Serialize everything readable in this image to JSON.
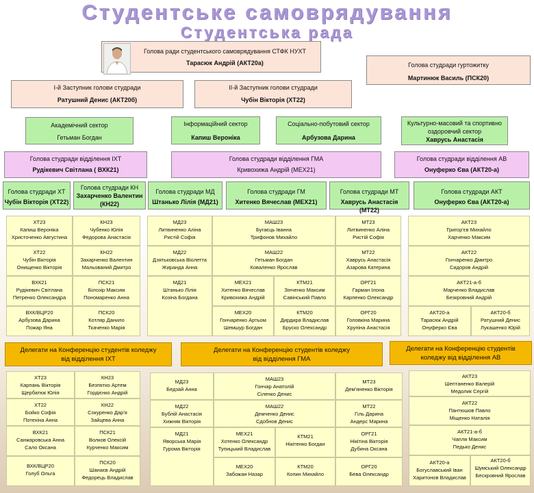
{
  "title": "Студентське самоврядування",
  "subtitle": "Студентська рада",
  "head": {
    "role": "Голова ради студентського самоврядування  СТФК  НУХТ",
    "name": "Тарасюк Андрій (АКТ20а)"
  },
  "dorm": {
    "role": "Голова студради гуртожитку",
    "name": "Мартинюк Василь (ПСК20)"
  },
  "dep1": {
    "role": "І-й Заступник голови студради",
    "name": "Ратушний Денис (АКТ20б)"
  },
  "dep2": {
    "role": "ІІ-й Заступник голови студради",
    "name": "Чубін Вікторія (ХТ22)"
  },
  "sectors": [
    {
      "role": "Академічний сектор",
      "name": "Гетьман  Богдан"
    },
    {
      "role": "Інформаційний сектор",
      "name": "Капиш Вероніка"
    },
    {
      "role": "Соціально-побутовий  сектор",
      "name": "Арбузова Дарина"
    },
    {
      "role": "Культурно-масовий та спортивно оздоровчий сектор",
      "name": "Хаврусь Анастасія"
    }
  ],
  "depts": [
    {
      "role": "Голова студради відділення ІХТ",
      "name": "Рудікевич Світлана ( ВХК21)"
    },
    {
      "role": "Голова студради відділення ГМА",
      "name": "Кривохижа Андрій (МЕХ21)"
    },
    {
      "role": "Голова студради відділення АВ",
      "name": "Онуферко Єва (АКТ20-а)"
    }
  ],
  "spec": [
    {
      "role": "Голова студради ХТ",
      "name": "Чубін Вікторія (ХТ22)"
    },
    {
      "role": "Голова студради  КН",
      "name": "Захарченко Валентин (КН22)"
    },
    {
      "role": "Голова студради МД",
      "name": "Штанько Лілія (МД21)"
    },
    {
      "role": "Голова студради ГМ",
      "name": "Хитенко Вячеслав (МЕХ21)"
    },
    {
      "role": "Голова студради МТ",
      "name": "Хаврусь Анастасія (МТ22)"
    },
    {
      "role": "Голова студради АКТ",
      "name": "Онуферко Єва (АКТ20-а)"
    }
  ],
  "groups": [
    [
      "ХТ23",
      "Капиш Вероніка",
      "Христоченко  Августина"
    ],
    [
      "КН23",
      "Чубенко Юлія",
      "Федорова Анастасія"
    ],
    [
      "ХТ22",
      "Чубін Вікторія",
      "Онищенко Вікторія"
    ],
    [
      "КН22",
      "Захарченко Валентин",
      "Мальований  Дмитро"
    ],
    [
      "ВХК21",
      "Рудікевич Світлана",
      "Петренко Олександра"
    ],
    [
      "ПСК21",
      "Білозір Максим",
      "Пономаренко  Анна"
    ],
    [
      "ВХК/ВЦР20",
      "Арбузова Дарина",
      "Пожар Яна"
    ],
    [
      "ПСК20",
      "Котляр Данило",
      "Ткаченко Марія"
    ],
    [
      "МД23",
      "Литвиненко Аліна",
      "Ристій Софія"
    ],
    [
      "МАШ23",
      "Бугаєць Іванна",
      "Трифонов Михайло"
    ],
    [
      "МТ23",
      "Литвиненко Аліна",
      "Ристій Софія"
    ],
    [
      "МД22",
      "Дзятьковська Віолетта",
      "Жиранда Анна"
    ],
    [
      "МАШ22",
      "Гетьман Богдан",
      "Коваленко Ярослав"
    ],
    [
      "МТ22",
      "Хаврусь Анастасія",
      "Азарова Катерина"
    ],
    [
      "МД21",
      "Штанько Лілія",
      "Козіна Богдана"
    ],
    [
      "МЕХ21",
      "Хитенко Вячеслав",
      "Кривохижа Андрій"
    ],
    [
      "КТМ21",
      "Зінченко Максим",
      "Савінський Павло"
    ],
    [
      "ОРГ21",
      "Гарман Ілона",
      "Карпенко Олександр"
    ],
    [
      "МЕХ20",
      "Гончаренко Артьом",
      "Шемшур Богдан"
    ],
    [
      "КТМ20",
      "Дирдира Владислав",
      "Бруско Олександр"
    ],
    [
      "ОРГ20",
      "Головкіна Марина",
      "Хрупіна Анастасія"
    ],
    [
      "АКТ23",
      "Григор'єв Михайло",
      "Харченко Максим"
    ],
    [
      "АКТ22",
      "Гончаренко Дмитро",
      "Сидоров Андрій"
    ],
    [
      "АКТ21-а-б",
      "Марченко Владислав",
      "Безкровний Андрій"
    ],
    [
      "АКТ20-а",
      "Тарасюк Андрій",
      "Онуферко Єва"
    ],
    [
      "АКТ20-б",
      "Ратушний Денис",
      "Лукашенко Юрій"
    ]
  ],
  "delegates": [
    "Делегати на Конференцію студентів коледжу від відділення ІХТ",
    "Делегати на Конференцію студентів коледжу від відділення ГМА",
    "Делегати на Конференцію студентів коледжу від відділення АВ"
  ],
  "dgroups": [
    [
      "ХТ23",
      "Карпань Вікторія",
      "Щербатюк  Юлія"
    ],
    [
      "КН23",
      "Безпятко  Артем",
      "Гордієнко Андрій"
    ],
    [
      "ХТ22",
      "Бойко Софія",
      "Потехіна Анна"
    ],
    [
      "КН22",
      "Сокуренко Дар'я",
      "Зайцева Анна"
    ],
    [
      "ВХК21",
      "Санжаровська Анна",
      "Сало Оксана"
    ],
    [
      "ПСК21",
      "Волков Олексій",
      "Курченко Максим"
    ],
    [
      "ВХК/ВЦР20",
      "Голуб Ольга",
      ""
    ],
    [
      "ПСК20",
      "Шанаєв Андрій",
      "Федорець Владислав"
    ],
    [
      "МД23",
      "Бедзай Анна",
      ""
    ],
    [
      "МАШ23",
      "Гончар Анатолій",
      "Сіленко Денис"
    ],
    [
      "МТ23",
      "Дем'яненко Вікторія",
      ""
    ],
    [
      "МД22",
      "Бублій Анастасія",
      "Хижняк Вікторія"
    ],
    [
      "МАШ22",
      "Демченко Денис",
      "Сдобнов Денис"
    ],
    [
      "МТ22",
      "Гіль Дарина",
      "Андерс Марина"
    ],
    [
      "МД21",
      "Яворська Марія",
      "Гурома Вікторія"
    ],
    [
      "МЕХ21",
      "Хотенко Олександр",
      "Тупицький Владислав"
    ],
    [
      "КТМ21",
      "Нікітенко Богдан",
      ""
    ],
    [
      "ОРГ21",
      "Нікітіна Вікторія",
      "Дубина Оксана"
    ],
    [
      "МЕХ20",
      "Забожан Назар",
      ""
    ],
    [
      "КТМ20",
      "Копин Михайло",
      ""
    ],
    [
      "ОРГ20",
      "Бева Олександр",
      ""
    ],
    [
      "АКТ23",
      "Шептаненко  Валерій",
      "Медолик Сергій"
    ],
    [
      "АКТ22",
      "Пантюшов Павло",
      "Міщенко Наталія"
    ],
    [
      "АКТ21-а-б",
      "Чапля Максим",
      "Педько Денис"
    ],
    [
      "АКТ20-а",
      "Богуславський Іван",
      "Харитонов Владислав"
    ],
    [
      "АКТ20-б",
      "Шумський Олександр",
      "Бескровний Ярослав"
    ]
  ]
}
